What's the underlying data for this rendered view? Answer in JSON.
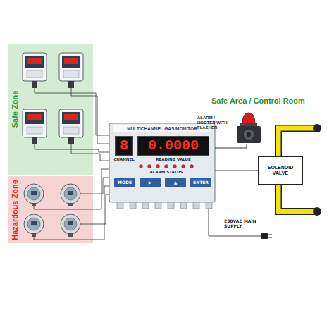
{
  "diagram": {
    "nodes": [
      {
        "text": [
          "Safe Zone"
        ]
      },
      {
        "text": [
          "Hazardous Zone"
        ]
      },
      {
        "text": [
          "MULTICHANNEL GAS MONITOR"
        ]
      },
      {
        "text": [
          "8"
        ],
        "in": 2
      },
      {
        "text": [
          "0.0000"
        ],
        "in": 2
      },
      {
        "text": [
          "ALARM / HOOTER WITH FLASHER"
        ]
      },
      {
        "text": [
          "SOLENOID VALVE"
        ]
      }
    ],
    "edges": [
      {
        "from": 2,
        "to": 5,
        "arrow": "none"
      },
      {
        "from": 2,
        "to": 6,
        "arrow": "none"
      }
    ],
    "labels": [
      "Safe Area / Control Room",
      "CHANNEL",
      "READING VALUE",
      "ALARM STATUS",
      "MODE",
      "▶",
      "▲",
      "ENTER",
      "230VAC MAIN SUPPLY"
    ]
  }
}
